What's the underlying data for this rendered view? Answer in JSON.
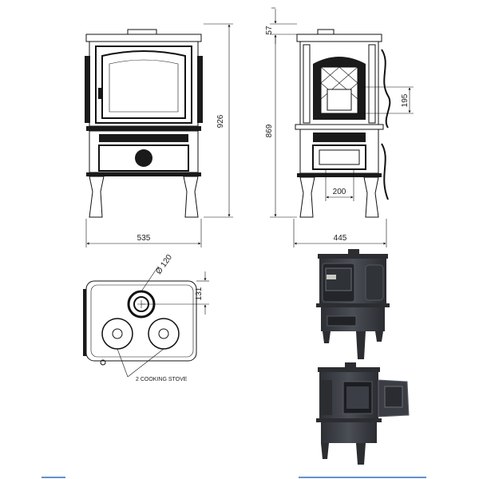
{
  "diagram": {
    "front_view": {
      "height_label": "926",
      "width_label": "535"
    },
    "side_view": {
      "top_label": "57",
      "height_label": "869",
      "window_label": "195",
      "drawer_label": "200",
      "depth_label": "445"
    },
    "top_view": {
      "flue_label": "Ø 120",
      "offset_label": "131",
      "note_label": "2 COOKING STOVE"
    },
    "photos": [
      {
        "name": "closed-door"
      },
      {
        "name": "open-door"
      }
    ]
  },
  "colors": {
    "line": "#111111",
    "metal": "#3a3d42",
    "accent": "#2a6fc4"
  }
}
